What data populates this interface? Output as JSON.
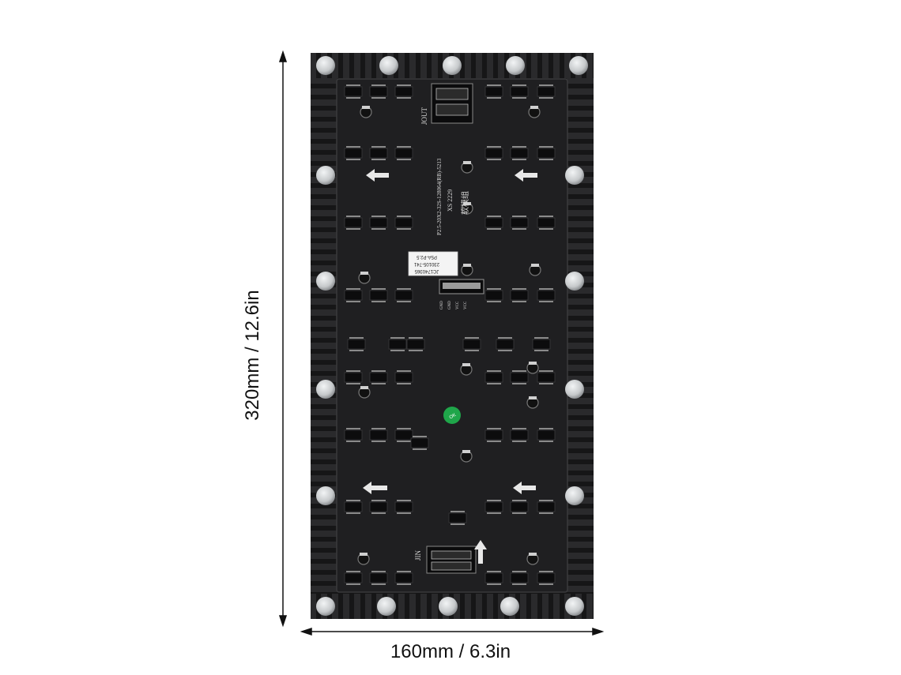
{
  "dimensions": {
    "height_text": "320mm / 12.6in",
    "width_text": "160mm / 6.3in"
  },
  "board": {
    "silkscreen": {
      "connector_out": "JOUT",
      "connector_in": "JIN",
      "part_number": "P2.5-20X2-32S-128064(RB)-5213",
      "batch_code": "XS 2229",
      "chinese_label": "软模组",
      "sticker_line1": "P5A-P2.5",
      "sticker_line2": "230105-741",
      "sticker_line3": "JC1740365",
      "power_pins": [
        "GND",
        "GND",
        "VCC",
        "VCC"
      ],
      "green_sticker": "OK"
    }
  },
  "colors": {
    "pcb": "#1f1f21",
    "frame": "#151516",
    "magnet": "#cfd2d4",
    "sticker": "#1fa64a"
  }
}
